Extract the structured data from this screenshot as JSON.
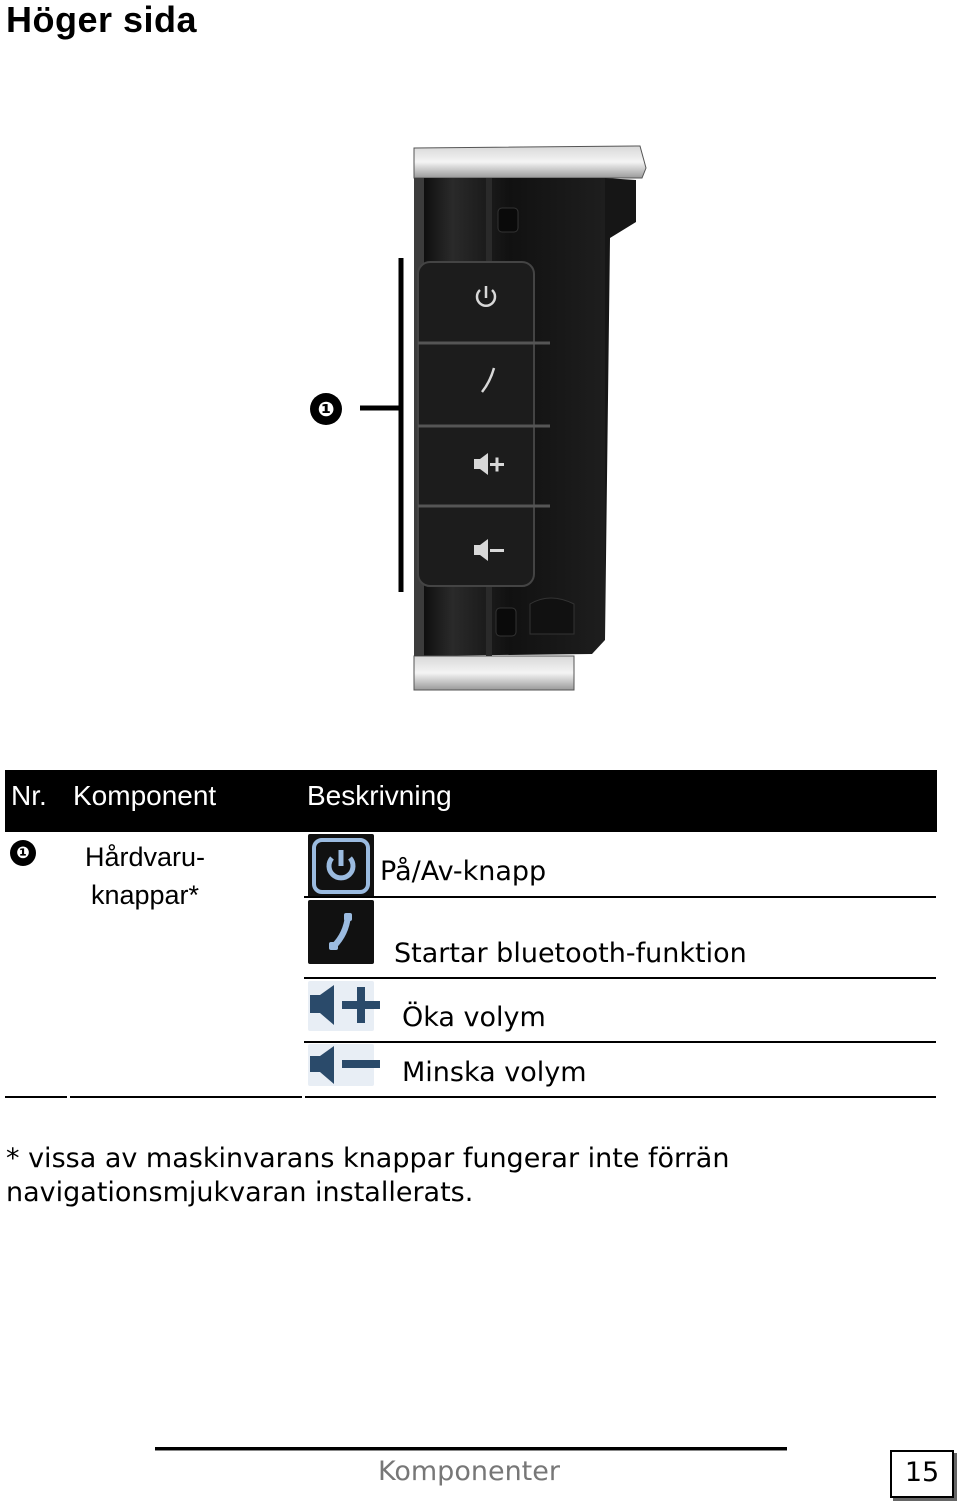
{
  "page": {
    "title": "Höger sida",
    "callout": "❶",
    "footer_section": "Komponenter",
    "page_number": "15"
  },
  "table": {
    "headers": {
      "nr": "Nr.",
      "component": "Komponent",
      "description": "Beskrivning"
    },
    "row": {
      "nr": "❶",
      "component_line1": "Hårdvaru-",
      "component_line2": "knappar*",
      "items": [
        {
          "icon": "power-icon",
          "text": "På/Av-knapp"
        },
        {
          "icon": "phone-icon",
          "text": "Startar bluetooth-funktion"
        },
        {
          "icon": "volume-up-icon",
          "text": "Öka volym"
        },
        {
          "icon": "volume-down-icon",
          "text": "Minska volym"
        }
      ]
    }
  },
  "note": "* vissa av maskinvarans knappar fungerar inte förrän navigationsmjukvaran installerats.",
  "colors": {
    "icon_accent": "#9bbbe0",
    "header_bg": "#000000"
  }
}
